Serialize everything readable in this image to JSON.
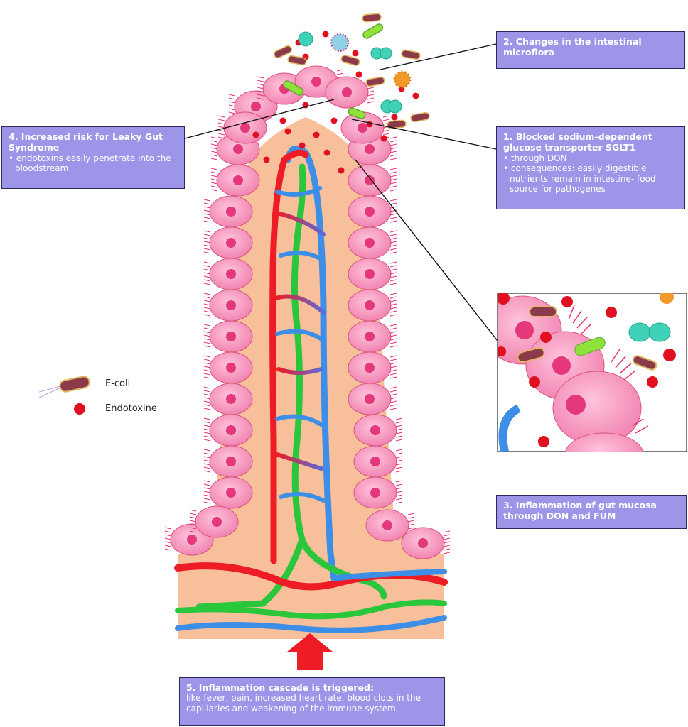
{
  "boxes": {
    "flora": {
      "title": "2. Changes in the intestinal microflora"
    },
    "sglt1": {
      "title": "1. Blocked sodium-dependent glucose transporter SGLT1",
      "points": [
        "• through DON",
        "• consequences: easily digestible nutrients remain in intestine- food source for pathogenes"
      ]
    },
    "leaky": {
      "title": "4. Increased risk for Leaky Gut Syndrome",
      "points": [
        "• endotoxins easily penetrate into the bloodstream"
      ]
    },
    "inflammation": {
      "title": "3. Inflammation of gut mucosa through DON and FUM"
    },
    "cascade": {
      "title": "5. Inflammation cascade is triggered:",
      "text": "like fever, pain, increased heart rate, blood clots in the capillaries and weakening of the immune system"
    }
  },
  "legend": {
    "ecoli": "E-coli",
    "endotoxine": "Endotoxine"
  },
  "colors": {
    "cell": "#f592bd",
    "cell_edge": "#d9557f",
    "nucleus": "#e4387b",
    "tissue": "#f7c09a",
    "artery": "#ee1c24",
    "vein": "#3d8ee6",
    "lymph": "#2ac63c",
    "endotoxin": "#e01020",
    "box": "#9c95e8",
    "arrow": "#ee1c24"
  }
}
